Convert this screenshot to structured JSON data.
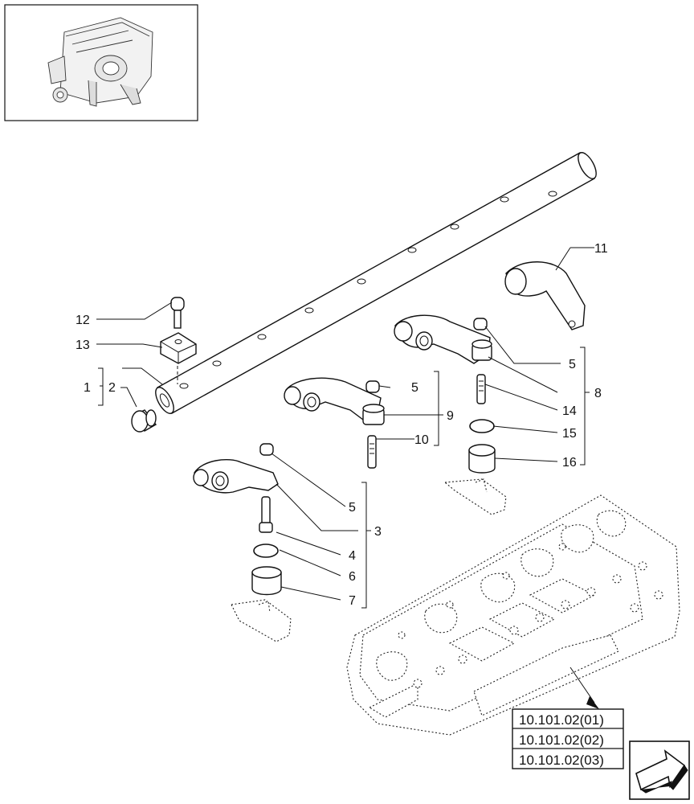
{
  "callouts": {
    "c1": "1",
    "c2": "2",
    "c3": "3",
    "c4": "4",
    "c5a": "5",
    "c5b": "5",
    "c5c": "5",
    "c6": "6",
    "c7": "7",
    "c8": "8",
    "c9": "9",
    "c10": "10",
    "c11": "11",
    "c12": "12",
    "c13": "13",
    "c14": "14",
    "c15": "15",
    "c16": "16"
  },
  "references": [
    "10.101.02(01)",
    "10.101.02(02)",
    "10.101.02(03)"
  ],
  "nav": {
    "icon": "next-page-arrow-icon"
  }
}
